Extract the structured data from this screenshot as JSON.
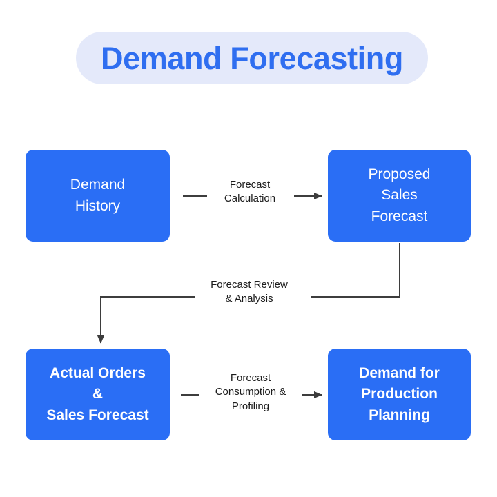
{
  "title": {
    "text": "Demand Forecasting"
  },
  "colors": {
    "background": "#ffffff",
    "node_fill": "#2a6ef5",
    "node_text": "#ffffff",
    "title_pill": "#e4e9fa",
    "title_text": "#2f6ef0",
    "connector": "#3d3d3d",
    "label_text": "#1c1c1c"
  },
  "nodes": [
    {
      "id": "demand-history",
      "label": "Demand\nHistory",
      "bold": false
    },
    {
      "id": "proposed-sales-forecast",
      "label": "Proposed\nSales\nForecast",
      "bold": false
    },
    {
      "id": "actual-orders-sales-forecast",
      "label": "Actual Orders\n&\nSales Forecast",
      "bold": true
    },
    {
      "id": "demand-for-production-planning",
      "label": "Demand for\nProduction\nPlanning",
      "bold": true
    }
  ],
  "connectors": [
    {
      "id": "forecast-calculation",
      "label": "Forecast\nCalculation",
      "from": "demand-history",
      "to": "proposed-sales-forecast"
    },
    {
      "id": "forecast-review-analysis",
      "label": "Forecast Review\n& Analysis",
      "from": "proposed-sales-forecast",
      "to": "actual-orders-sales-forecast"
    },
    {
      "id": "forecast-consumption-profiling",
      "label": "Forecast\nConsumption &\nProfiling",
      "from": "actual-orders-sales-forecast",
      "to": "demand-for-production-planning"
    }
  ]
}
